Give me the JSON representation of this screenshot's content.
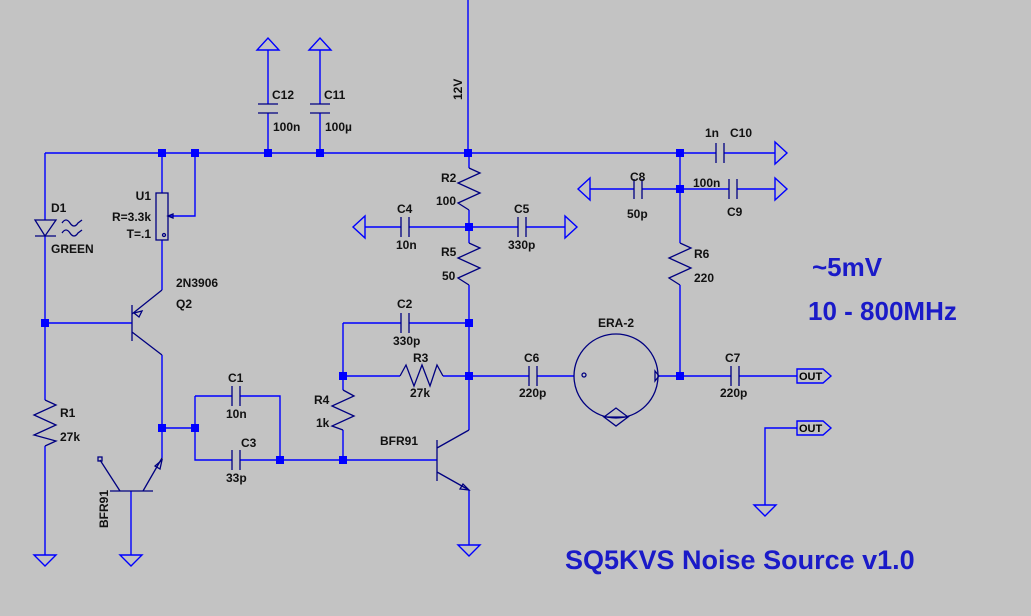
{
  "notes": {
    "amplitude": "~5mV",
    "band": "10 - 800MHz",
    "title": "SQ5KVS Noise Source v1.0"
  },
  "supply": {
    "label": "12V"
  },
  "components": {
    "C12": {
      "ref": "C12",
      "value": "100n"
    },
    "C11": {
      "ref": "C11",
      "value": "100µ"
    },
    "C10": {
      "ref": "C10",
      "value": "1n"
    },
    "C9": {
      "ref": "C9",
      "value": "100n"
    },
    "C8": {
      "ref": "C8",
      "value": "50p"
    },
    "C4": {
      "ref": "C4",
      "value": "10n"
    },
    "C5": {
      "ref": "C5",
      "value": "330p"
    },
    "C2": {
      "ref": "C2",
      "value": "330p"
    },
    "C6": {
      "ref": "C6",
      "value": "220p"
    },
    "C7": {
      "ref": "C7",
      "value": "220p"
    },
    "C1": {
      "ref": "C1",
      "value": "10n"
    },
    "C3": {
      "ref": "C3",
      "value": "33p"
    },
    "R1": {
      "ref": "R1",
      "value": "27k"
    },
    "R2": {
      "ref": "R2",
      "value": "100"
    },
    "R3": {
      "ref": "R3",
      "value": "27k"
    },
    "R4": {
      "ref": "R4",
      "value": "1k"
    },
    "R5": {
      "ref": "R5",
      "value": "50"
    },
    "R6": {
      "ref": "R6",
      "value": "220"
    },
    "D1": {
      "ref": "D1",
      "value": "GREEN"
    },
    "U1": {
      "ref": "U1",
      "r": "R=3.3k",
      "t": "T=.1"
    },
    "Q2": {
      "ref": "Q2",
      "value": "2N3906"
    },
    "Q1": {
      "value": "BFR91"
    },
    "Q3": {
      "value": "BFR91"
    },
    "ERA2": {
      "ref": "ERA-2"
    }
  },
  "ports": {
    "out1": "OUT",
    "out2": "OUT"
  },
  "colors": {
    "wire": "#0000ff",
    "symbol": "#000080",
    "background": "#c3c3c3",
    "note": "#1a1ac8"
  }
}
